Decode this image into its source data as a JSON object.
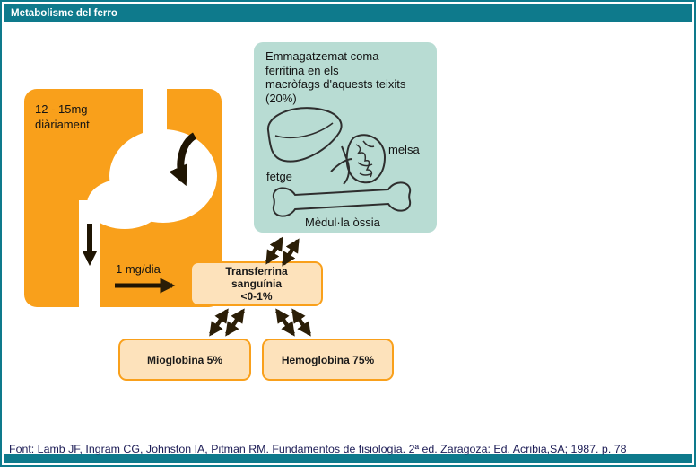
{
  "title_bar": {
    "title": "Metabolisme del ferro"
  },
  "palette": {
    "teal": "#0E7A8C",
    "orange": "#F9A01B",
    "storage_fill": "#B8DCD3",
    "node_fill": "#FDE2BB",
    "arrow": "#2B1E07"
  },
  "diagram": {
    "intake_label": "12 - 15mg\ndiàriament",
    "flow_label": "1 mg/dia",
    "storage": {
      "description": "Emmagatzemat coma\nferritina en els\nmacròfags d'aquests teixits\n(20%)",
      "liver_label": "fetge",
      "spleen_label": "melsa",
      "bone_label": "Mèdul·la òssia"
    },
    "nodes": {
      "transferrin": "Transferrina\nsanguínia\n<0-1%",
      "myoglobin": "Mioglobina 5%",
      "hemoglobin": "Hemoglobina 75%"
    }
  },
  "footer": {
    "citation": "Font: Lamb JF, Ingram CG, Johnston IA, Pitman RM. Fundamentos de fisiología. 2ª ed. Zaragoza: Ed. Acribia,SA; 1987. p. 78"
  }
}
